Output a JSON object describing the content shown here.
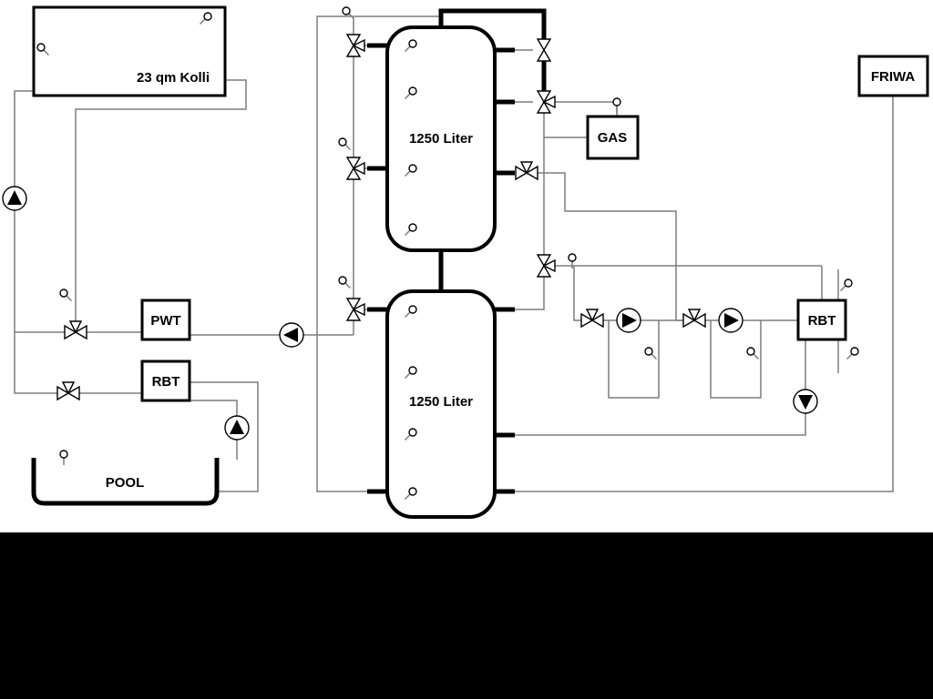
{
  "diagram": {
    "labels": {
      "collector": "23 qm Kolli",
      "tank_top": "1250 Liter",
      "tank_bottom": "1250 Liter",
      "pwt": "PWT",
      "rbt_left": "RBT",
      "rbt_right": "RBT",
      "gas": "GAS",
      "friwa": "FRIWA",
      "pool": "POOL"
    },
    "colors": {
      "background": "#ffffff",
      "letterbox": "#000000",
      "pipe_thin": "#7d7d7d",
      "pipe_thick": "#000000",
      "component_outline": "#000000",
      "component_fill": "#ffffff"
    },
    "icons": {
      "pump_icon": "circle with solid directional triangle",
      "three_way_valve_icon": "bowtie triangles with third branch triangle",
      "valve_icon": "bowtie triangles",
      "temperature_sensor_icon": "small circle with stem"
    }
  }
}
